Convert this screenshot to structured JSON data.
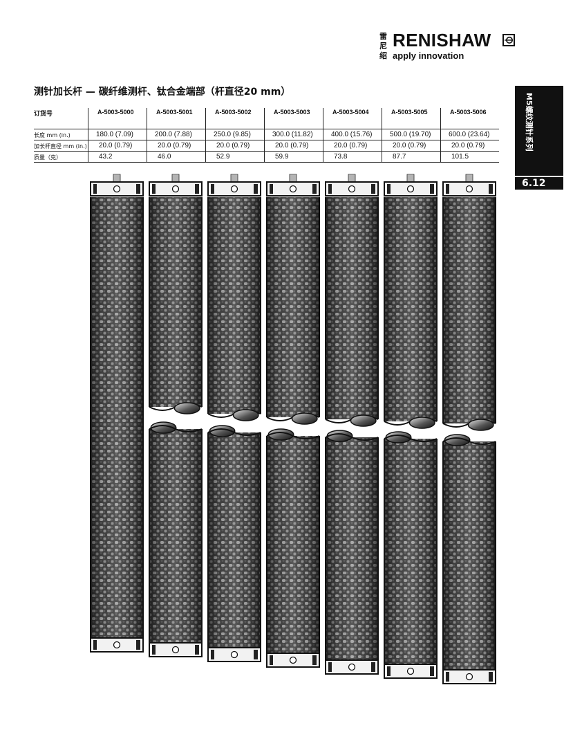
{
  "brand": {
    "cn_chars": [
      "雷",
      "尼",
      "绍"
    ],
    "name": "RENISHAW",
    "tagline": "apply innovation"
  },
  "page_title": "测针加长杆 — 碳纤维测杆、钛合金端部（杆直径20 mm）",
  "side_tab": {
    "label": "M5螺纹测针系列",
    "page_number": "6.12"
  },
  "table": {
    "header_label": "订货号",
    "row_labels": [
      "长度 mm (in.)",
      "加长杆直径 mm (in.)",
      "质量（克）"
    ],
    "columns": [
      {
        "code": "A-5003-5000",
        "length": "180.0 (7.09)",
        "diameter": "20.0 (0.79)",
        "mass": "43.2"
      },
      {
        "code": "A-5003-5001",
        "length": "200.0 (7.88)",
        "diameter": "20.0 (0.79)",
        "mass": "46.0"
      },
      {
        "code": "A-5003-5002",
        "length": "250.0 (9.85)",
        "diameter": "20.0 (0.79)",
        "mass": "52.9"
      },
      {
        "code": "A-5003-5003",
        "length": "300.0 (11.82)",
        "diameter": "20.0 (0.79)",
        "mass": "59.9"
      },
      {
        "code": "A-5003-5004",
        "length": "400.0 (15.76)",
        "diameter": "20.0 (0.79)",
        "mass": "73.8"
      },
      {
        "code": "A-5003-5005",
        "length": "500.0 (19.70)",
        "diameter": "20.0 (0.79)",
        "mass": "87.7"
      },
      {
        "code": "A-5003-5006",
        "length": "600.0 (23.64)",
        "diameter": "20.0 (0.79)",
        "mass": "101.5"
      }
    ]
  },
  "colors": {
    "carbon_dark": "#3c3c3c",
    "carbon_light": "#9a9a9a",
    "titanium_end": "#f2f2f2"
  }
}
